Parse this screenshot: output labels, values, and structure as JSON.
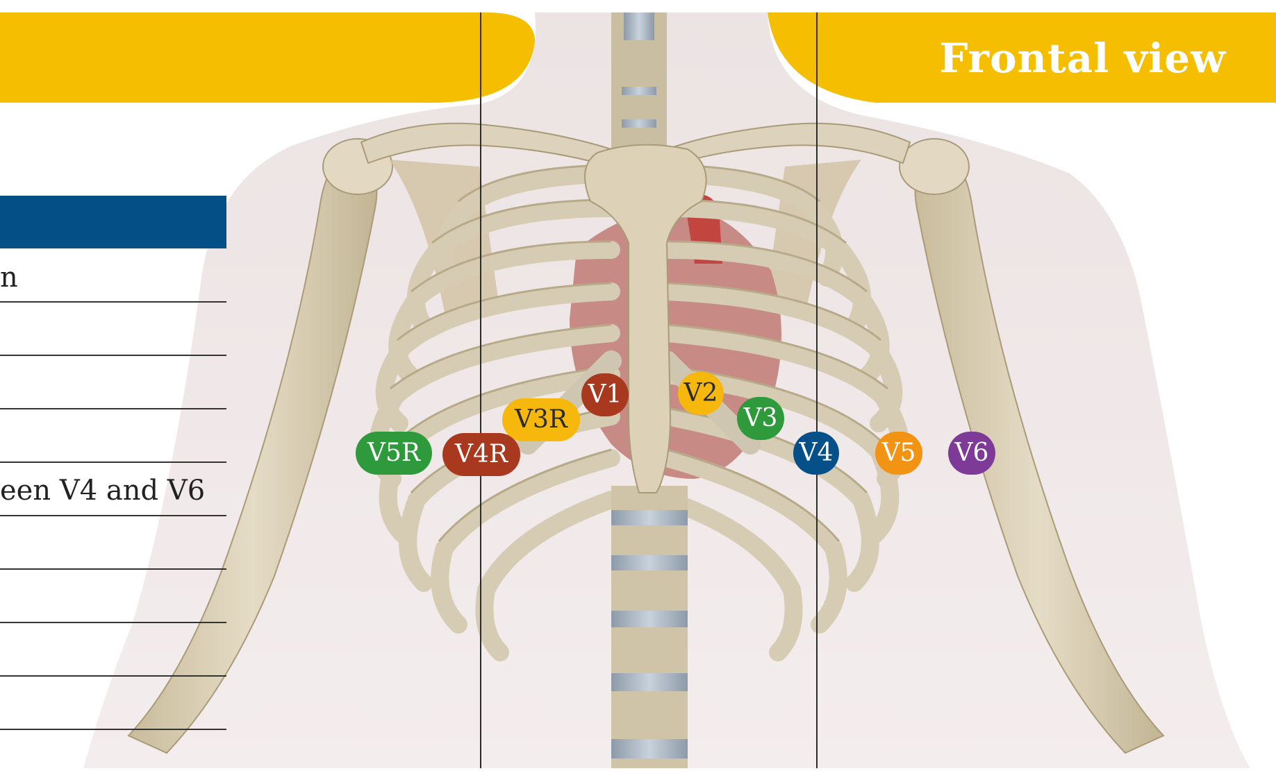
{
  "title": "Frontal  view",
  "table": {
    "rows": [
      {
        "text": "n"
      },
      {
        "text": ""
      },
      {
        "text": ""
      },
      {
        "text": ""
      },
      {
        "text": "een V4 and V6"
      },
      {
        "text": ""
      },
      {
        "text": ""
      },
      {
        "text": ""
      },
      {
        "text": ""
      }
    ]
  },
  "leads": [
    {
      "id": "V1",
      "label": "V1",
      "color": "#a8381e"
    },
    {
      "id": "V2",
      "label": "V2",
      "color": "#f6b80c"
    },
    {
      "id": "V3",
      "label": "V3",
      "color": "#2f9a3c"
    },
    {
      "id": "V3R",
      "label": "V3R",
      "color": "#f6b80c"
    },
    {
      "id": "V4",
      "label": "V4",
      "color": "#06508a"
    },
    {
      "id": "V4R",
      "label": "V4R",
      "color": "#a8381e"
    },
    {
      "id": "V5",
      "label": "V5",
      "color": "#f29313"
    },
    {
      "id": "V5R",
      "label": "V5R",
      "color": "#2f9a3c"
    },
    {
      "id": "V6",
      "label": "V6",
      "color": "#7d3b97"
    }
  ],
  "colors": {
    "banner": "#f6be00",
    "table_header": "#034f86",
    "skin": "#efe7e7",
    "bone": "#d9cfb5"
  }
}
